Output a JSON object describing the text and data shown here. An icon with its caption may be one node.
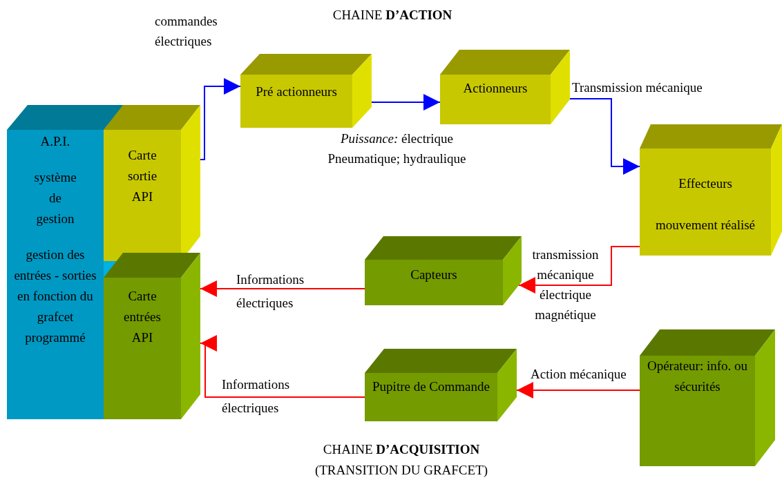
{
  "diagram": {
    "title": "CHAINE **D’ACTION**",
    "nodes": [
      {
        "text": [
          "A.P.I.",
          "système de gestion",
          "gestion des entrées - sorties en fonction du grafcet programmé"
        ]
      },
      {
        "text": [
          "Carte sortie API"
        ]
      },
      {
        "text": [
          "Carte entrées API"
        ]
      },
      {
        "text": [
          "Pré actionneurs"
        ]
      },
      {
        "text": [
          "Actionneurs"
        ]
      },
      {
        "text": [
          "Effecteurs",
          "mouvement réalisé"
        ]
      },
      {
        "text": [
          "Capteurs"
        ]
      },
      {
        "text": [
          "Pupitre de Commande"
        ]
      },
      {
        "text": [
          "Opérateur: info. ou sécurités"
        ]
      }
    ],
    "edges": [
      {
        "from": 1,
        "to": 3,
        "arrow": "to",
        "label": "commandes électriques",
        "color": "#0000ff"
      },
      {
        "from": 3,
        "to": 4,
        "arrow": "to",
        "label": "*Puissance:* électrique Pneumatique; hydraulique",
        "color": "#0000ff"
      },
      {
        "from": 4,
        "to": 5,
        "arrow": "to",
        "label": "Transmission mécanique",
        "color": "#0000ff"
      },
      {
        "from": 5,
        "to": 6,
        "arrow": "to",
        "label": "transmission mécanique électrique magnétique",
        "color": "#ff0000"
      },
      {
        "from": 6,
        "to": 2,
        "arrow": "to",
        "label": "Informations électriques",
        "color": "#ff0000"
      },
      {
        "from": 7,
        "to": 2,
        "arrow": "to",
        "label": "Informations électriques",
        "color": "#ff0000"
      },
      {
        "from": 8,
        "to": 7,
        "arrow": "to",
        "label": "Action mécanique",
        "color": "#ff0000"
      }
    ],
    "labels": [
      "CHAINE **D’ACQUISITION**",
      "(TRANSITION DU GRAFCET)"
    ]
  }
}
